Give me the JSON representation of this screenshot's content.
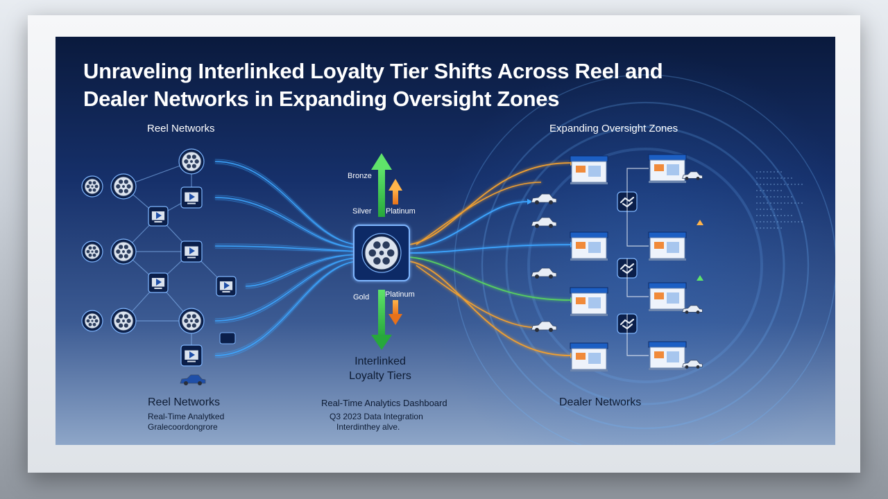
{
  "title": "Unraveling Interlinked Loyalty Tier Shifts Across Reel and Dealer Networks in Expanding Oversight Zones",
  "left": {
    "top_label": "Reel Networks",
    "bottom_label": "Reel Networks",
    "sub_line1": "Real-Time Analytked",
    "sub_line2": "Gralecoordongrore"
  },
  "right": {
    "top_label": "Expanding Oversight Zones",
    "bottom_label": "Dealer Networks"
  },
  "center": {
    "tiers": {
      "bronze": "Bronze",
      "silver": "Silver",
      "platinum_top": "Platinum",
      "gold": "Gold",
      "platinum_bottom": "Platinum"
    },
    "label_line1": "Interlinked",
    "label_line2": "Loyalty Tiers",
    "dash_line1": "Real-Time Analytics Dashboard",
    "dash_line2": "Q3 2023 Data Integration",
    "dash_line3": "Interdinthey alve."
  },
  "colors": {
    "accent_blue": "#3da5ff",
    "gold_arrow": "#f0a030",
    "green_arrow": "#3fbf4a",
    "orange_arrow": "#f08a1c"
  },
  "icons": [
    "film-reel-icon",
    "video-screen-icon",
    "monitor-icon",
    "car-icon",
    "dealer-store-icon",
    "handshake-icon"
  ]
}
